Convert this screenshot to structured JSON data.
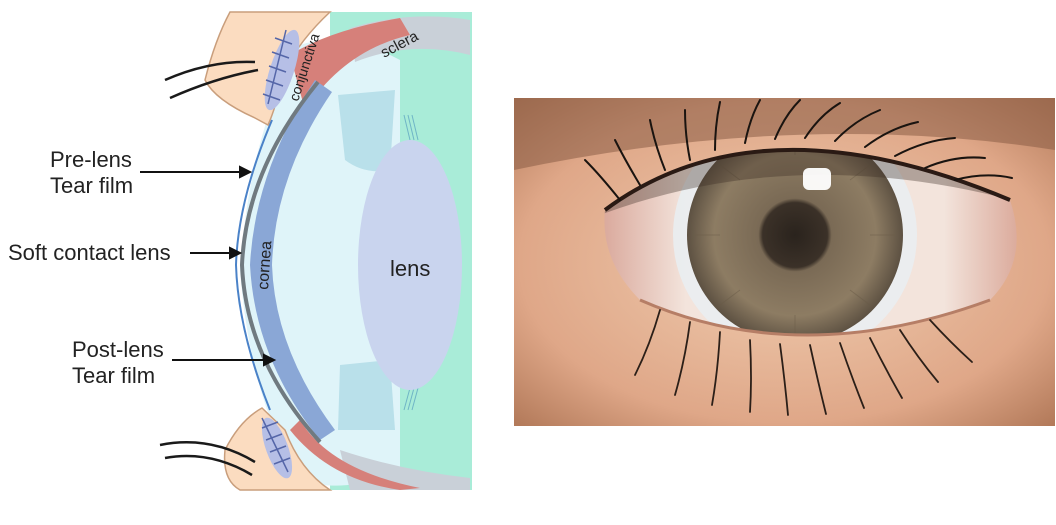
{
  "diagram": {
    "labels": {
      "pre_lens": [
        "Pre-lens",
        "Tear film"
      ],
      "soft_lens": "Soft contact lens",
      "post_lens": [
        "Post-lens",
        "Tear film"
      ],
      "lens": "lens",
      "cornea": "cornea",
      "conjunctiva": "conjunctiva",
      "sclera": "sclera"
    }
  },
  "photo": {
    "subject": "close-up-eye-with-soft-contact-lens"
  },
  "colors": {
    "aqueous": "#dff4f9",
    "vitreous": "#a9ecd8",
    "lens": "#c9d4ee",
    "cornea": "#8aa7d6",
    "contact_lens": "#707a80",
    "tear_film": "#4a82c8",
    "conjunctiva": "#d6807a",
    "sclera": "#c9d0d8",
    "eyelid": "#fbdcc0",
    "iris": "#8a7a63",
    "skin": "#e7b394"
  }
}
